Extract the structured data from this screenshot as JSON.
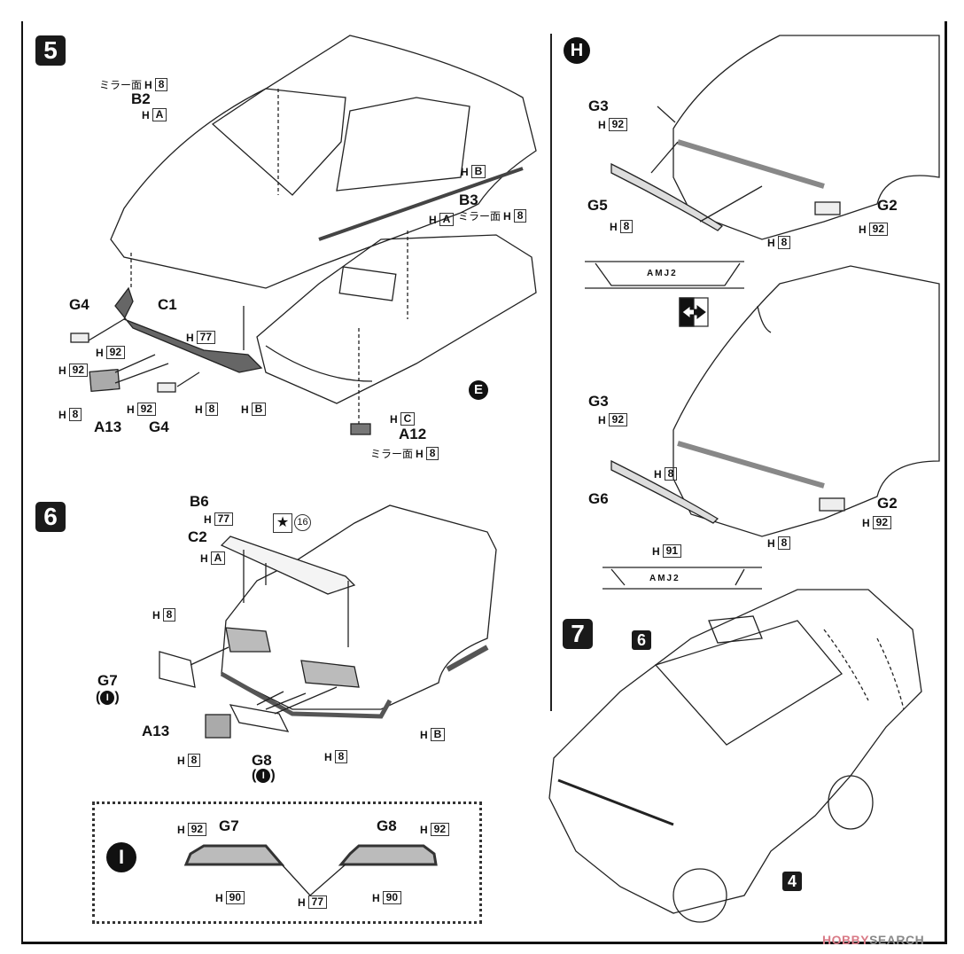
{
  "steps": {
    "s5": {
      "number": "5",
      "callouts": {
        "b2_mirror": {
          "prefix": "ミラー面",
          "h": "H",
          "code": "8"
        },
        "b2": "B2",
        "b2_paint": {
          "h": "H",
          "code": "A"
        },
        "b3_top": {
          "h": "H",
          "code": "B"
        },
        "b3": "B3",
        "b3_paint": {
          "h": "H",
          "code": "A"
        },
        "b3_mirror": {
          "prefix": "ミラー面",
          "h": "H",
          "code": "8"
        },
        "g4_left": "G4",
        "g4_left_paint": {
          "h": "H",
          "code": "92"
        },
        "c1": "C1",
        "c1_paint_a": {
          "h": "H",
          "code": "77"
        },
        "c1_paint_b": {
          "h": "H",
          "code": "92"
        },
        "a13": "A13",
        "a13_paint": {
          "h": "H",
          "code": "8"
        },
        "g4_right": "G4",
        "g4_right_paint": {
          "h": "H",
          "code": "92"
        },
        "bumper_paint_a": {
          "h": "H",
          "code": "8"
        },
        "bumper_paint_b": {
          "h": "H",
          "code": "B"
        },
        "e_marker": "E",
        "a12_paint": {
          "h": "H",
          "code": "C"
        },
        "a12": "A12",
        "a12_mirror": {
          "prefix": "ミラー面",
          "h": "H",
          "code": "8"
        }
      }
    },
    "sH": {
      "marker": "H",
      "option_a": {
        "g3": "G3",
        "g3_paint": {
          "h": "H",
          "code": "92"
        },
        "g5": "G5",
        "g5_paint": {
          "h": "H",
          "code": "8"
        },
        "g2": "G2",
        "g2_paint": {
          "h": "H",
          "code": "92"
        },
        "body_paint": {
          "h": "H",
          "code": "8"
        },
        "grille_text": "AMJ2"
      },
      "swap_icon": "swap-arrows",
      "option_b": {
        "g3": "G3",
        "g3_paint": {
          "h": "H",
          "code": "92"
        },
        "g6": "G6",
        "g6_paint_a": {
          "h": "H",
          "code": "8"
        },
        "g6_paint_b": {
          "h": "H",
          "code": "91"
        },
        "g2": "G2",
        "g2_paint": {
          "h": "H",
          "code": "92"
        },
        "body_paint": {
          "h": "H",
          "code": "8"
        },
        "grille_text": "AMJ2"
      }
    },
    "s6": {
      "number": "6",
      "callouts": {
        "b6": "B6",
        "b6_paint": {
          "h": "H",
          "code": "77"
        },
        "decal_num": "16",
        "c2": "C2",
        "c2_paint": {
          "h": "H",
          "code": "A"
        },
        "trunk_paint": {
          "h": "H",
          "code": "8"
        },
        "g7": "G7",
        "g7_ref": "I",
        "a13": "A13",
        "a13_paint": {
          "h": "H",
          "code": "8"
        },
        "g8": "G8",
        "g8_ref": "I",
        "rear_paint": {
          "h": "H",
          "code": "8"
        },
        "skirt_paint": {
          "h": "H",
          "code": "B"
        }
      }
    },
    "sI": {
      "marker": "I",
      "g7": "G7",
      "g8": "G8",
      "g7_top": {
        "h": "H",
        "code": "92"
      },
      "g8_top": {
        "h": "H",
        "code": "92"
      },
      "g7_bottom": {
        "h": "H",
        "code": "90"
      },
      "g8_bottom": {
        "h": "H",
        "code": "90"
      },
      "frame": {
        "h": "H",
        "code": "77"
      }
    },
    "s7": {
      "number": "7",
      "ref_body": "6",
      "ref_chassis": "4"
    }
  },
  "watermark": {
    "brand_a": "HOBBY",
    "brand_b": "SEARCH"
  }
}
